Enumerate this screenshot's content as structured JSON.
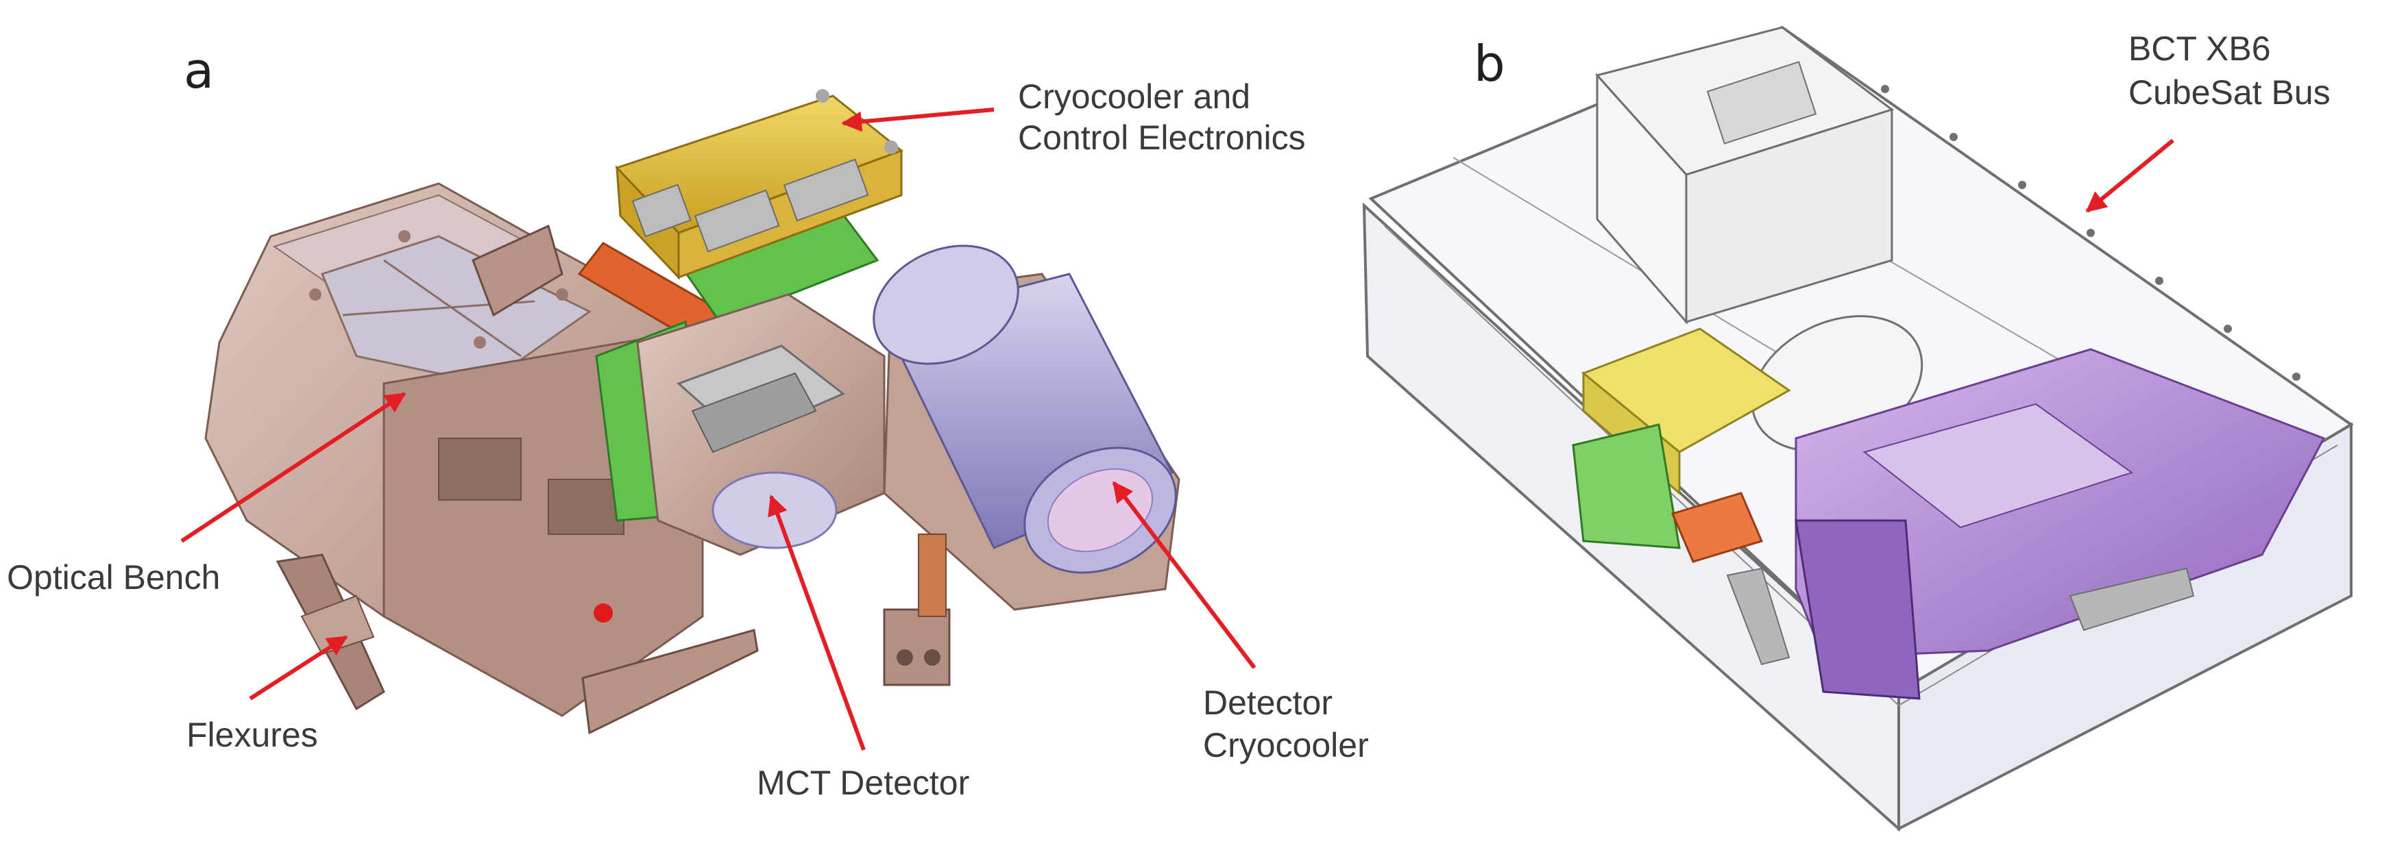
{
  "figure": {
    "panel_a": {
      "letter": "a",
      "labels": {
        "cryocooler_electronics_line1": "Cryocooler and",
        "cryocooler_electronics_line2": "Control Electronics",
        "optical_bench": "Optical Bench",
        "flexures": "Flexures",
        "mct_detector": "MCT Detector",
        "detector_cryocooler_line1": "Detector",
        "detector_cryocooler_line2": "Cryocooler"
      }
    },
    "panel_b": {
      "letter": "b",
      "labels": {
        "bus_line1": "BCT XB6",
        "bus_line2": "CubeSat Bus"
      }
    },
    "colors": {
      "arrow": "#e31e24",
      "electronics_yellow": "#e8c536",
      "bench_metal": "#c9a99c",
      "cryocooler_lavender": "#b7b3dc",
      "green_part": "#61c24e",
      "orange_part": "#e0642e",
      "purple_bench": "#b58ad6",
      "enclosure_line": "#6f6f6f"
    }
  }
}
